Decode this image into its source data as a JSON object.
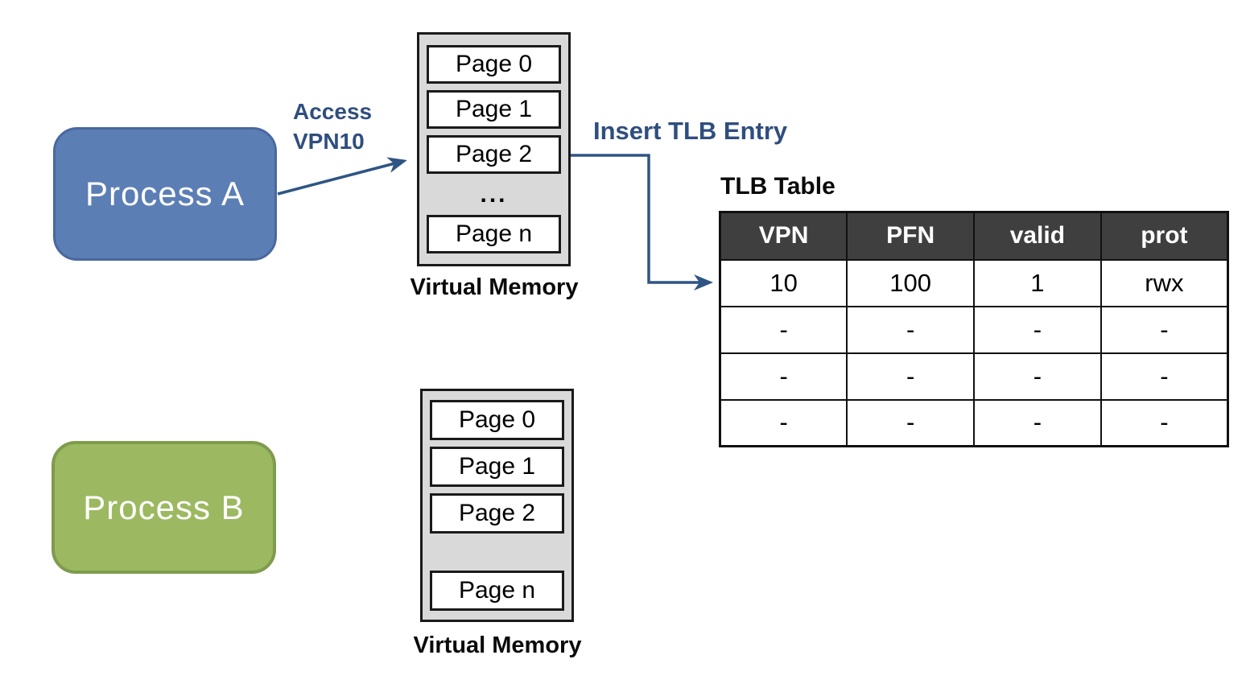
{
  "colors": {
    "process-a-fill": "#5B7EB5",
    "process-a-border": "#4A689F",
    "process-b-fill": "#9CB961",
    "process-b-border": "#7E9B4E",
    "annotation-blue": "#2F4E7E",
    "arrow-blue": "#2E5583",
    "memory-fill": "#D9D9D9",
    "table-header-bg": "#3F3F3F",
    "table-header-text": "#FFFFFF"
  },
  "process_a": {
    "label": "Process A"
  },
  "process_b": {
    "label": "Process B"
  },
  "memory_a": {
    "pages": [
      "Page 0",
      "Page 1",
      "Page 2"
    ],
    "ellipsis": "...",
    "last_page": "Page n",
    "caption": "Virtual Memory"
  },
  "memory_b": {
    "pages": [
      "Page 0",
      "Page 1",
      "Page 2"
    ],
    "last_page": "Page n",
    "caption": "Virtual Memory"
  },
  "annotations": {
    "access_line1": "Access",
    "access_line2": "VPN10",
    "insert_label": "Insert TLB Entry"
  },
  "tlb": {
    "title": "TLB Table",
    "headers": [
      "VPN",
      "PFN",
      "valid",
      "prot"
    ],
    "rows": [
      [
        "10",
        "100",
        "1",
        "rwx"
      ],
      [
        "-",
        "-",
        "-",
        "-"
      ],
      [
        "-",
        "-",
        "-",
        "-"
      ],
      [
        "-",
        "-",
        "-",
        "-"
      ]
    ]
  }
}
